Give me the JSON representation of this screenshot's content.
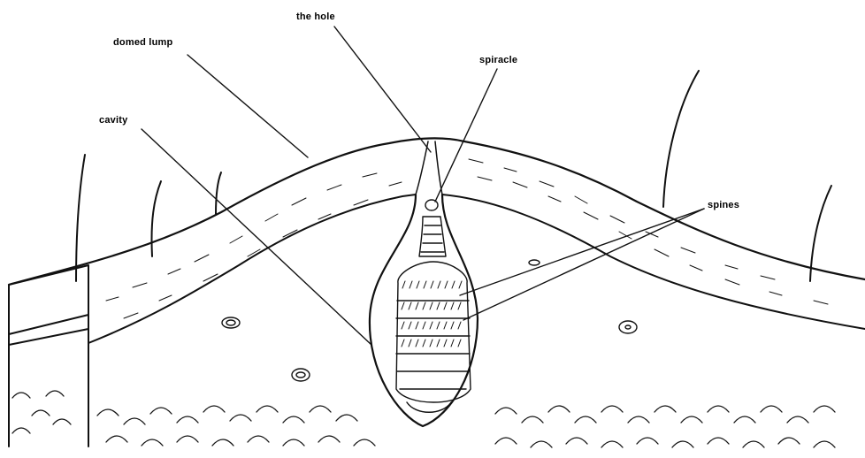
{
  "labels": {
    "domed_lump": "domed lump",
    "the_hole": "the hole",
    "spiracle": "spiracle",
    "cavity": "cavity",
    "spines": "spines"
  },
  "colors": {
    "ink": "#111111",
    "paper": "#ffffff"
  }
}
